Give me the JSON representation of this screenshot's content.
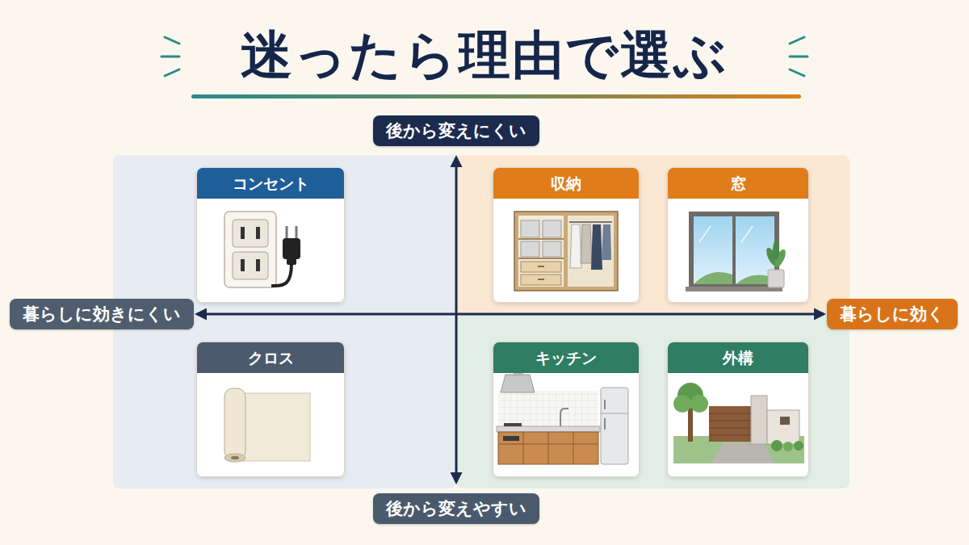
{
  "diagram": {
    "title": "迷ったら理由で選ぶ",
    "nodes": [
      {
        "text": [
          "後から変えにくい"
        ]
      },
      {
        "text": [
          "コンセント"
        ]
      },
      {
        "text": [
          "収納"
        ]
      },
      {
        "text": [
          "窓"
        ]
      },
      {
        "text": [
          "暮らしに効きにくい"
        ]
      },
      {
        "text": [
          "暮らしに効く"
        ]
      },
      {
        "text": [
          "クロス"
        ]
      },
      {
        "text": [
          "キッチン"
        ]
      },
      {
        "text": [
          "外構"
        ]
      },
      {
        "text": [
          "後から変えやすい"
        ]
      }
    ],
    "edges": [
      {
        "from": 9,
        "to": 0,
        "arrow": "both"
      },
      {
        "from": 4,
        "to": 5,
        "arrow": "both"
      }
    ]
  }
}
